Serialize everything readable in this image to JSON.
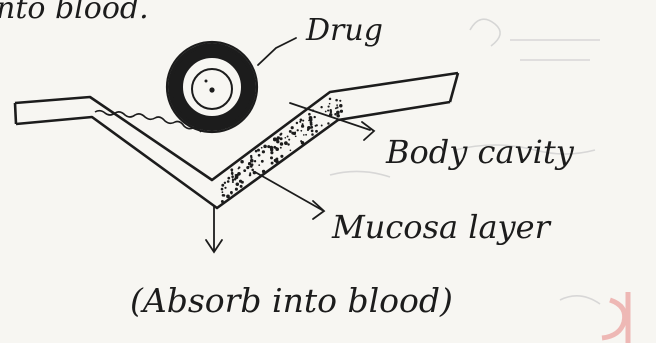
{
  "header_fragment": "nto blood.",
  "labels": {
    "drug": "Drug",
    "body_cavity": "Body cavity",
    "mucosa_layer": "Mucosa layer",
    "absorb": "(Absorb into blood)"
  },
  "colors": {
    "ink": "#1c1c1c",
    "paper": "#f7f6f2",
    "show_through": "#cfcfcf",
    "watermark": "#e04646"
  }
}
